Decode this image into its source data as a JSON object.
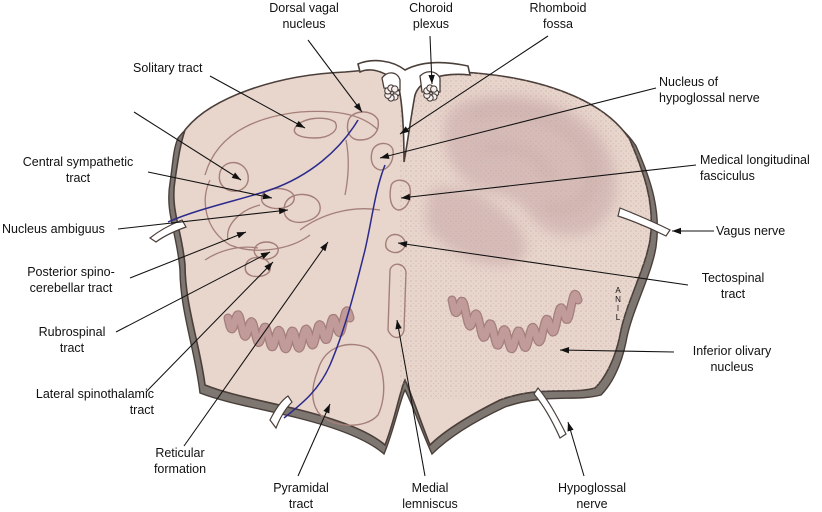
{
  "diagram": {
    "background_color": "#ffffff",
    "section_fill": "#e8d5cb",
    "rim_color": "#7e7670",
    "outline_color": "#4a3f3a",
    "structure_color": "#a47f7a",
    "olive_color": "#c19a9a",
    "tract_line_color": "#2b2a8c",
    "shading_color": "#c8a7a8",
    "signature": "ANIL",
    "labels": {
      "dorsal_vagal_nucleus": [
        "Dorsal vagal",
        "nucleus"
      ],
      "choroid_plexus": [
        "Choroid",
        "plexus"
      ],
      "rhomboid_fossa": [
        "Rhomboid",
        "fossa"
      ],
      "solitary_tract": [
        "Solitary tract"
      ],
      "nucleus_hypoglossal_nerve": [
        "Nucleus of",
        "hypoglossal nerve"
      ],
      "central_sympathetic_tract": [
        "Central sympathetic",
        "tract"
      ],
      "medial_longitudinal_fasciculus": [
        "Medical longitudinal",
        "fasciculus"
      ],
      "nucleus_ambiguus": [
        "Nucleus ambiguus"
      ],
      "vagus_nerve": [
        "Vagus nerve"
      ],
      "posterior_spinocerebellar_tract": [
        "Posterior spino-",
        "cerebellar tract"
      ],
      "tectospinal_tract": [
        "Tectospinal",
        "tract"
      ],
      "rubrospinal_tract": [
        "Rubrospinal",
        "tract"
      ],
      "inferior_olivary_nucleus": [
        "Inferior olivary",
        "nucleus"
      ],
      "lateral_spinothalamic_tract": [
        "Lateral spinothalamic",
        "tract"
      ],
      "reticular_formation": [
        "Reticular",
        "formation"
      ],
      "pyramidal_tract": [
        "Pyramidal",
        "tract"
      ],
      "medial_lemniscus": [
        "Medial",
        "lemniscus"
      ],
      "hypoglossal_nerve": [
        "Hypoglossal",
        "nerve"
      ]
    }
  }
}
